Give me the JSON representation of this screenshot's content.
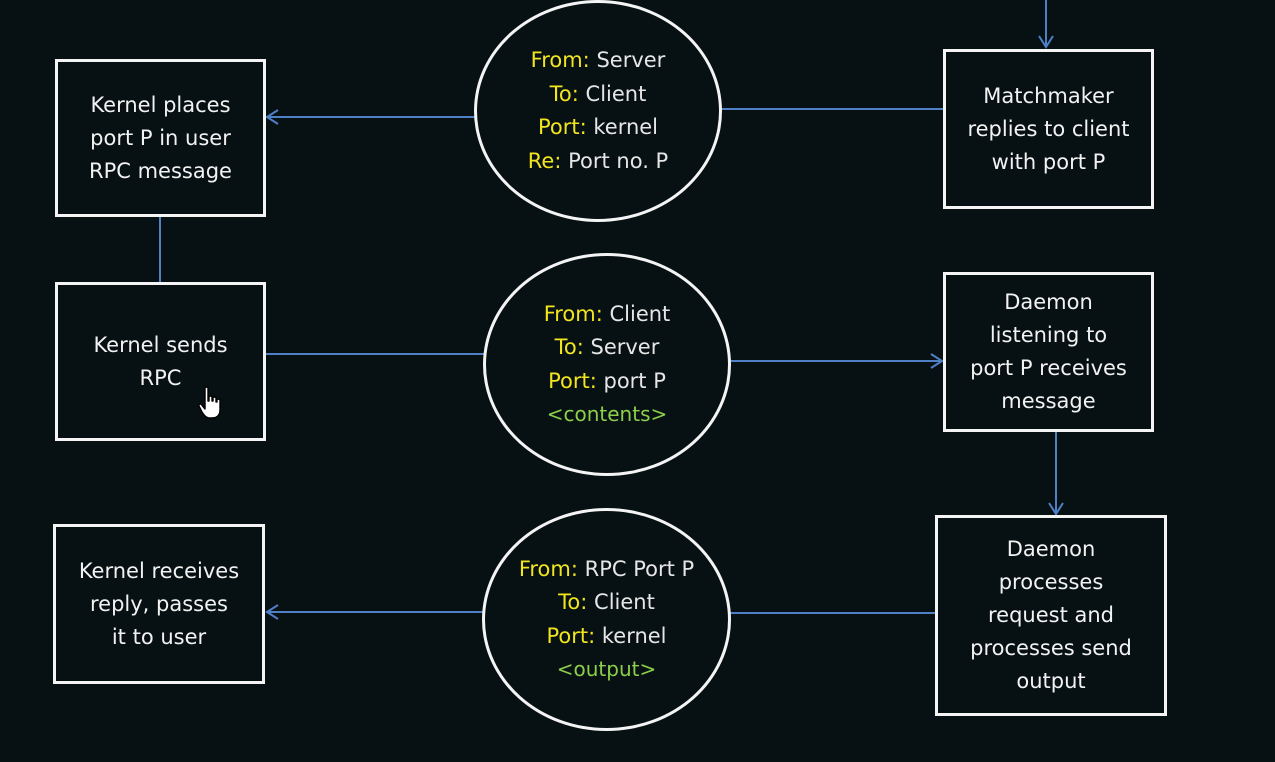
{
  "boxes": {
    "kernel_places": "Kernel places\nport P in user\nRPC message",
    "matchmaker_replies": "Matchmaker\nreplies to client\nwith port P",
    "kernel_sends": "Kernel sends\nRPC",
    "daemon_listening": "Daemon\nlistening to\nport P receives\nmessage",
    "kernel_receives": "Kernel receives\nreply, passes\nit to user",
    "daemon_processes": "Daemon\nprocesses\nrequest and\nprocesses send\noutput"
  },
  "messages": {
    "top": {
      "lines": [
        {
          "key": "From:",
          "value": "Server"
        },
        {
          "key": "To:",
          "value": "Client"
        },
        {
          "key": "Port:",
          "value": "kernel"
        },
        {
          "key": "Re:",
          "value": "Port no. P"
        }
      ]
    },
    "middle": {
      "lines": [
        {
          "key": "From:",
          "value": "Client"
        },
        {
          "key": "To:",
          "value": "Server"
        },
        {
          "key": "Port:",
          "value": "port P"
        }
      ],
      "extra": "<contents>"
    },
    "bottom": {
      "lines": [
        {
          "key": "From:",
          "value": "RPC Port P"
        },
        {
          "key": "To:",
          "value": "Client"
        },
        {
          "key": "Port:",
          "value": "kernel"
        }
      ],
      "extra": "<output>"
    }
  },
  "colors": {
    "background": "#071114",
    "border": "#f4f4f4",
    "connector": "#4f7fc4",
    "key_text": "#f2e51e",
    "value_text": "#e6e6e6",
    "extra_text": "#8ccf4a"
  },
  "cursor": {
    "icon": "hand-pointer-icon"
  }
}
